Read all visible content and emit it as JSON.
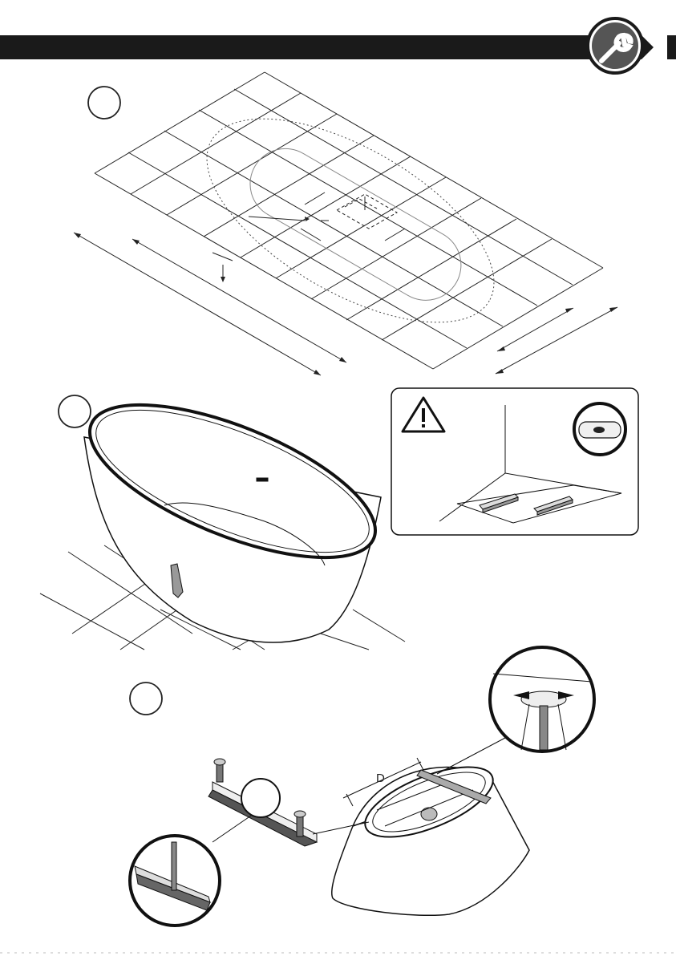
{
  "header": {
    "icon": "wrench-icon",
    "bar_color": "#1a1a1a",
    "icon_color": "#555555"
  },
  "steps": [
    {
      "name": "floor-layout",
      "number": ""
    },
    {
      "name": "mark-outline",
      "number": ""
    },
    {
      "name": "install-feet",
      "number": ""
    }
  ],
  "warning": {
    "icon": "warning-triangle-icon",
    "level_icon": "spirit-level-icon"
  },
  "step3": {
    "dimension_label": "D"
  }
}
